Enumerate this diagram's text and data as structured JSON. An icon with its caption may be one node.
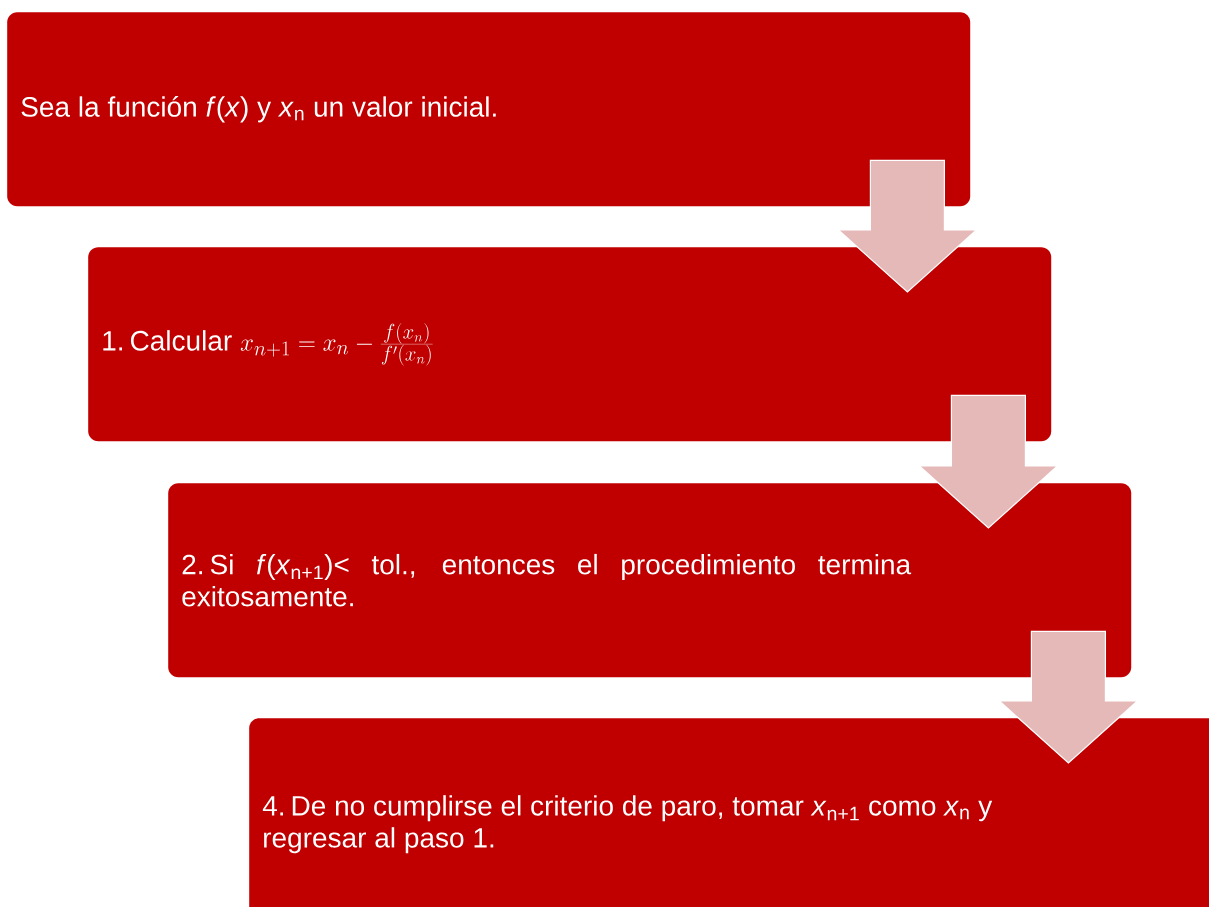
{
  "diagram": {
    "nodes": [
      {
        "text": [
          "Sea la función *f*(*x*) y *x*$_{n}$ un valor inicial."
        ]
      },
      {
        "text": [
          "1. Calcular",
          "x_{n+1}=x_n-\\frac{f(x_n)}{f'(x_n)}"
        ]
      },
      {
        "text": [
          "2. Si *f*(*x*$_{n+1}$)< tol., entonces el procedimiento termina exitosamente."
        ]
      },
      {
        "text": [
          "4. De no cumplirse el criterio de paro, tomar *x*$_{n+1}$ como *x*$_{n}$ y regresar al paso 1."
        ]
      }
    ],
    "edges": [
      {
        "from": 0,
        "to": 1,
        "arrow": "to"
      },
      {
        "from": 1,
        "to": 2,
        "arrow": "to"
      },
      {
        "from": 2,
        "to": 3,
        "arrow": "to"
      }
    ]
  }
}
